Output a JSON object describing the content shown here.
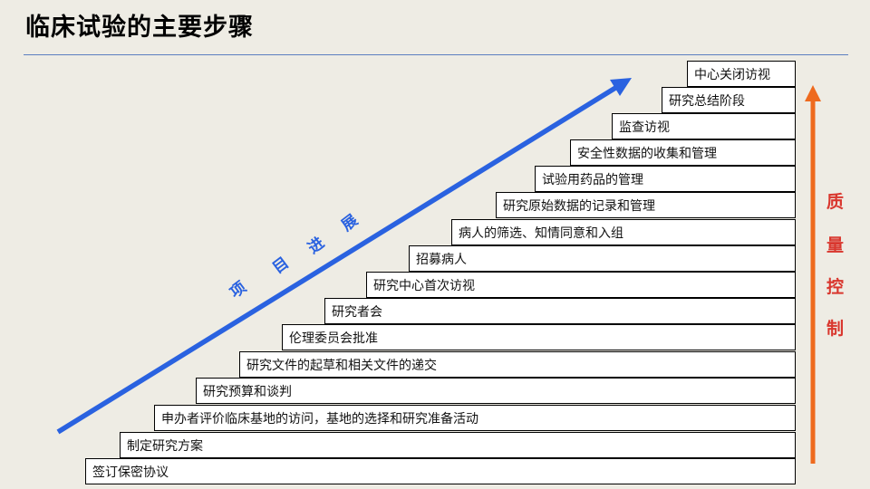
{
  "title": "临床试验的主要步骤",
  "steps": [
    "签订保密协议",
    "制定研究方案",
    "申办者评价临床基地的访问，基地的选择和研究准备活动",
    "研究预算和谈判",
    "研究文件的起草和相关文件的递交",
    "伦理委员会批准",
    "研究者会",
    "研究中心首次访视",
    "招募病人",
    "病人的筛选、知情同意和入组",
    "研究原始数据的记录和管理",
    "试验用药品的管理",
    "安全性数据的收集和管理",
    "监查访视",
    "研究总结阶段",
    "中心关闭访视"
  ],
  "progress_label": [
    "项",
    "目",
    "进",
    "展"
  ],
  "quality_label": [
    "质",
    "量",
    "控",
    "制"
  ],
  "colors": {
    "progress_arrow": "#2a62e0",
    "quality_arrow": "#ee6a1e",
    "quality_text": "#d9372e",
    "background": "#eeece4"
  }
}
